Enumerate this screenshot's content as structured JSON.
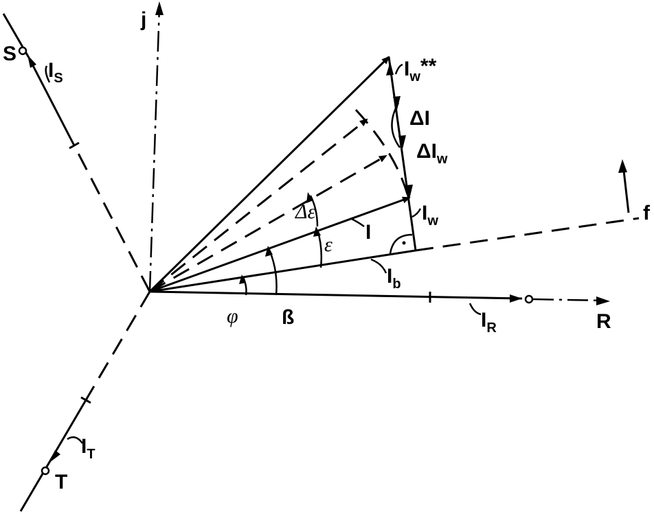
{
  "labels": {
    "j": "j",
    "S": "S",
    "T": "T",
    "R": "R",
    "f": "f",
    "I_S": "I",
    "I_S_sub": "S",
    "I_T": "I",
    "I_T_sub": "T",
    "I_R": "I",
    "I_R_sub": "R",
    "I_w_star": "I",
    "I_w_star_sub": "w",
    "I_w_star_sup": "**",
    "delta_I": "ΔI",
    "delta_I_w": "ΔI",
    "delta_I_w_sub": "w",
    "I_w": "I",
    "I_w_sub": "w",
    "I": "I",
    "I_b": "I",
    "I_b_sub": "b",
    "delta_epsilon": "Δε",
    "epsilon": "ε",
    "phi": "φ",
    "beta": "ß"
  }
}
